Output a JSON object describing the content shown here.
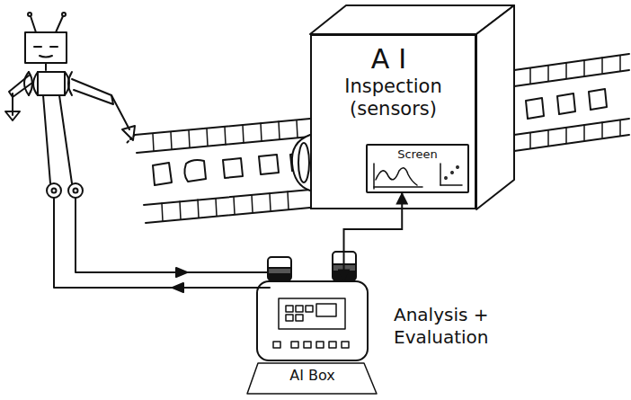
{
  "diagram": {
    "nodes": [
      {
        "text": [
          "AI",
          "Inspection (sensors)"
        ]
      },
      {
        "text": [
          "Screen"
        ],
        "in": 0
      },
      {
        "text": [
          "AI Box"
        ]
      }
    ],
    "edges": [
      {
        "from": 1,
        "to": 2,
        "arrow": "both"
      }
    ],
    "labels": [
      "Analysis + Evaluation"
    ]
  }
}
